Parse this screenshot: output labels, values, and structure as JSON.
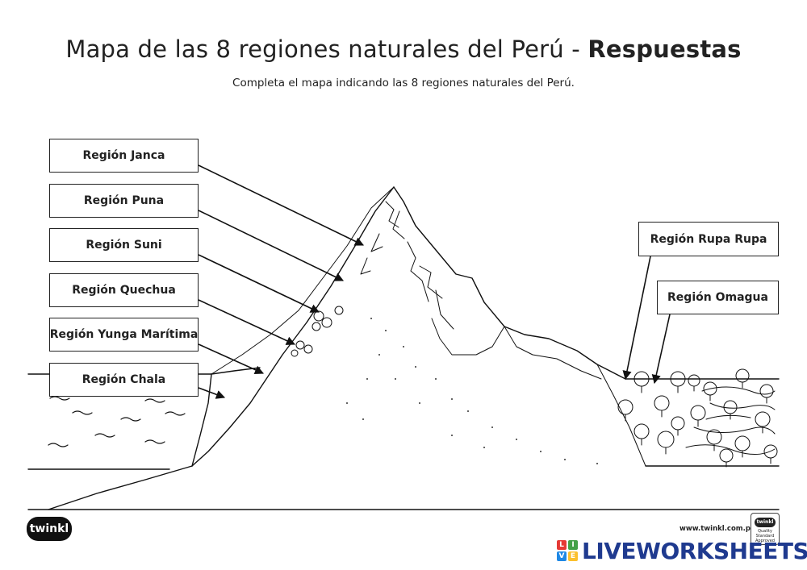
{
  "header": {
    "title_main": "Mapa de las 8 regiones naturales del Perú - ",
    "title_bold": "Respuestas",
    "subtitle": "Completa el mapa indicando las 8 regiones naturales del Perú."
  },
  "labels": {
    "janca": "Región Janca",
    "puna": "Región Puna",
    "suni": "Región Suni",
    "quechua": "Región Quechua",
    "yunga": "Región Yunga Marítima",
    "chala": "Región Chala",
    "rupa_rupa": "Región Rupa Rupa",
    "omagua": "Región Omagua"
  },
  "footer": {
    "logo": "twinkl",
    "url": "www.twinkl.com.pe",
    "badge_brand": "twinkl",
    "badge_text": "Quality Standard Approved",
    "watermark": "LIVEWORKSHEETS",
    "watermark_tiles": [
      "L",
      "I",
      "V",
      "E"
    ],
    "watermark_colors": [
      "#e53935",
      "#43a047",
      "#1e88e5",
      "#fbc02d"
    ]
  }
}
